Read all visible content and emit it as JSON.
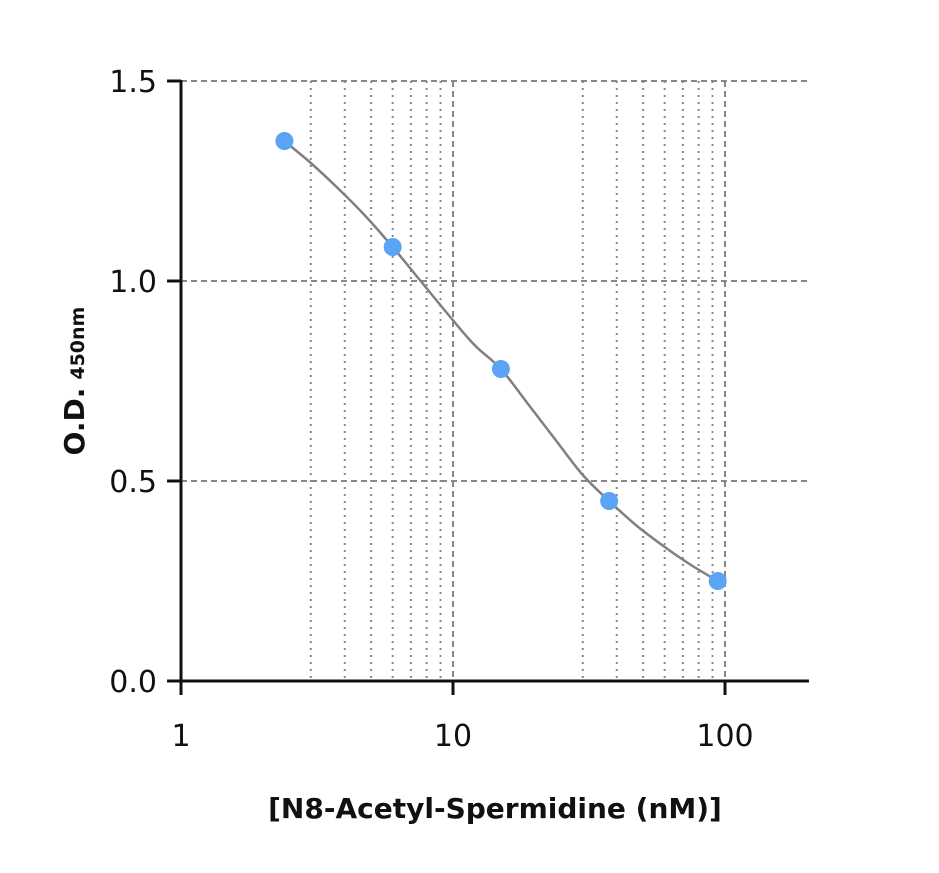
{
  "chart_data": {
    "type": "scatter",
    "xlabel": "[N8-Acetyl-Spermidine (nM)]",
    "ylabel": "O.D.",
    "ylabel_subscript": "450nm",
    "x_scale": "log",
    "xlim": [
      1,
      200
    ],
    "ylim": [
      0,
      1.5
    ],
    "x_ticks": [
      1,
      10,
      100
    ],
    "x_tick_labels": [
      "1",
      "10",
      "100"
    ],
    "y_ticks": [
      0,
      0.5,
      1.0,
      1.5
    ],
    "y_tick_labels": [
      "0.0",
      "0.5",
      "1.0",
      "1.5"
    ],
    "grid": true,
    "series": [
      {
        "x": [
          2.4,
          6.0,
          15.0,
          37.5,
          94.0
        ],
        "y": [
          1.35,
          1.085,
          0.78,
          0.45,
          0.25
        ],
        "marker_color": "#5ba3f5",
        "curve": [
          [
            2.4,
            1.35
          ],
          [
            3.0,
            1.295
          ],
          [
            3.8,
            1.23
          ],
          [
            4.8,
            1.16
          ],
          [
            6.0,
            1.085
          ],
          [
            7.5,
            1.005
          ],
          [
            9.5,
            0.92
          ],
          [
            12.0,
            0.84
          ],
          [
            15.0,
            0.78
          ],
          [
            19.0,
            0.69
          ],
          [
            24.0,
            0.6
          ],
          [
            30.0,
            0.515
          ],
          [
            37.5,
            0.45
          ],
          [
            47.0,
            0.39
          ],
          [
            60.0,
            0.335
          ],
          [
            75.0,
            0.29
          ],
          [
            94.0,
            0.25
          ]
        ],
        "curve_color": "#808080"
      }
    ]
  }
}
